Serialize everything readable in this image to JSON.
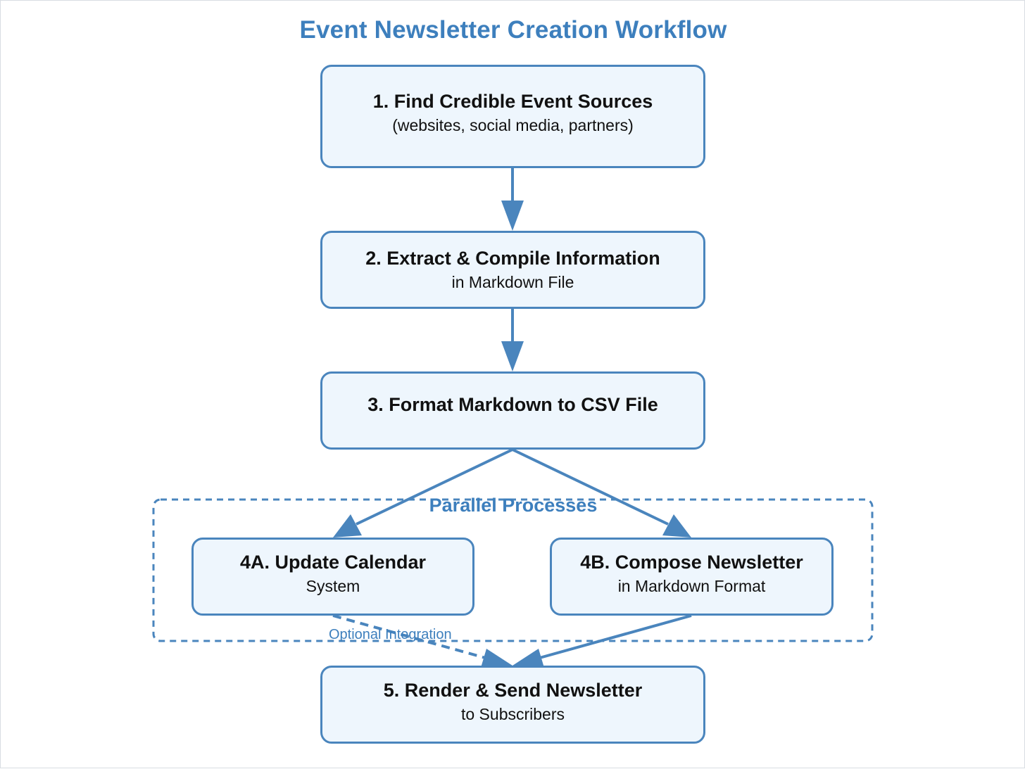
{
  "title": "Event Newsletter Creation Workflow",
  "nodes": {
    "step1": {
      "title": "1. Find Credible Event Sources",
      "subtitle": "(websites, social media, partners)"
    },
    "step2": {
      "title": "2. Extract & Compile Information",
      "subtitle": "in Markdown File"
    },
    "step3": {
      "title": "3. Format Markdown to CSV File"
    },
    "step4a": {
      "title": "4A. Update Calendar",
      "subtitle": "System"
    },
    "step4b": {
      "title": "4B. Compose Newsletter",
      "subtitle": "in Markdown Format"
    },
    "step5": {
      "title": "5. Render & Send Newsletter",
      "subtitle": "to Subscribers"
    }
  },
  "group": {
    "label": "Parallel Processes"
  },
  "edges": [
    {
      "from": "step1",
      "to": "step2",
      "style": "solid"
    },
    {
      "from": "step2",
      "to": "step3",
      "style": "solid"
    },
    {
      "from": "step3",
      "to": "step4a",
      "style": "solid"
    },
    {
      "from": "step3",
      "to": "step4b",
      "style": "solid"
    },
    {
      "from": "step4a",
      "to": "step5",
      "style": "dashed",
      "label": "Optional Integration"
    },
    {
      "from": "step4b",
      "to": "step5",
      "style": "solid"
    }
  ],
  "colors": {
    "accent": "#3d7fbd",
    "stroke": "#4a85bd",
    "node_fill": "#eef6fd",
    "text": "#111111"
  }
}
